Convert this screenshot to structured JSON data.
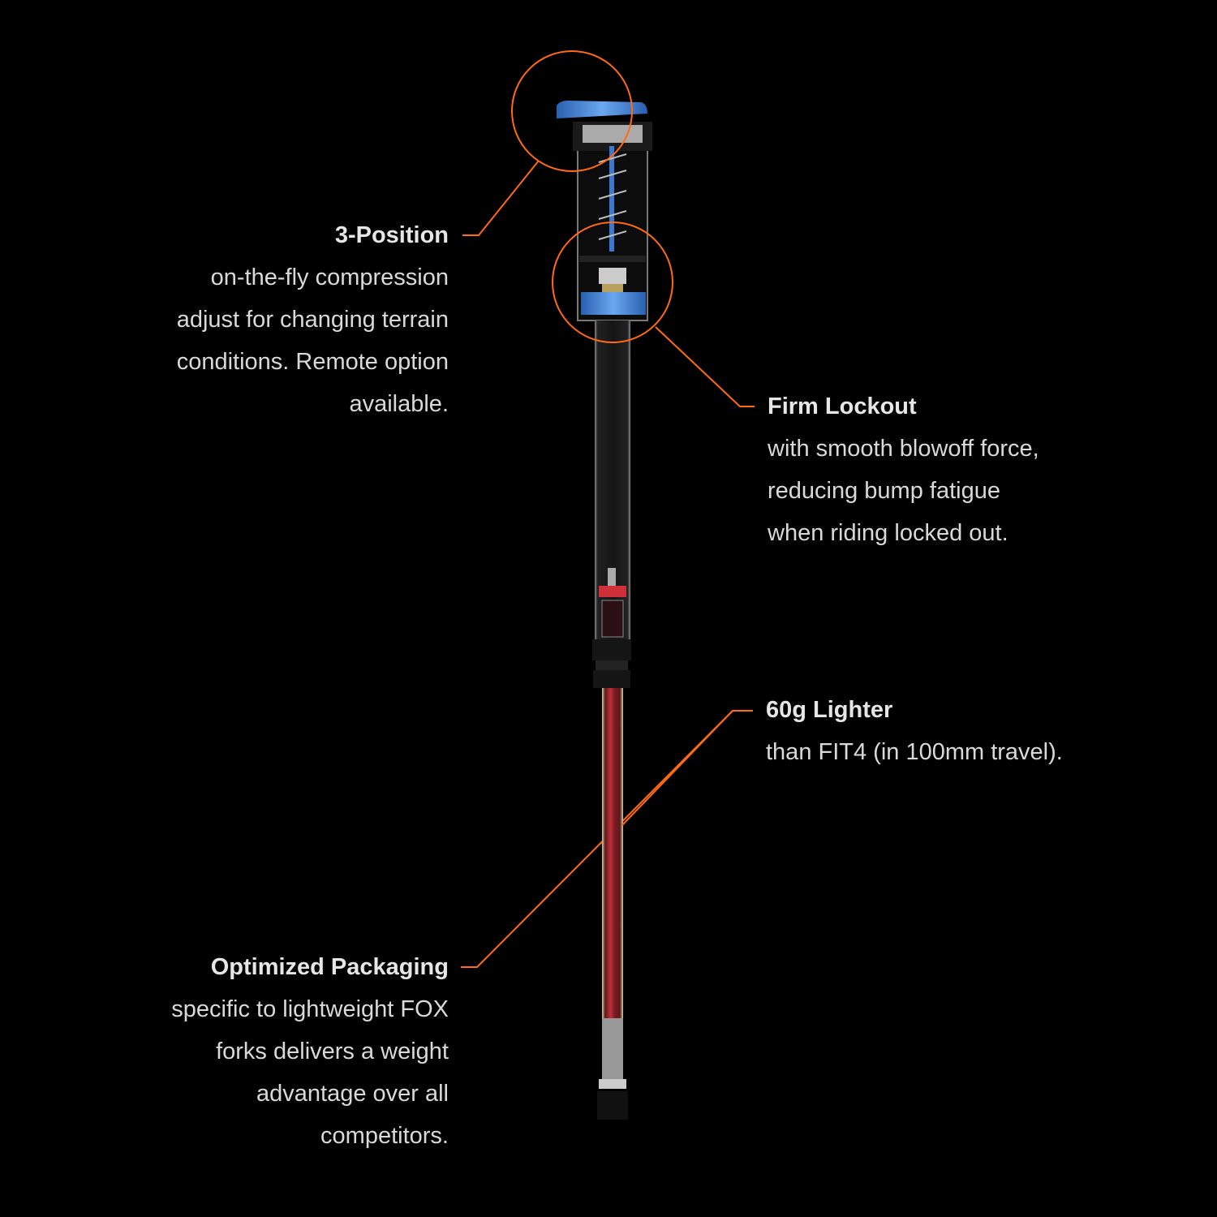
{
  "colors": {
    "background": "#000000",
    "accent": "#ff6a13",
    "text": "#d9d9d9",
    "cap_blue": "#4a8fe0",
    "rod_red": "#b0202a"
  },
  "callouts": [
    {
      "title": "3-Position",
      "lines": [
        "on-the-fly compression",
        "adjust for changing terrain",
        "conditions. Remote option",
        "available."
      ]
    },
    {
      "title": "Firm Lockout",
      "lines": [
        "with smooth blowoff force,",
        "reducing bump fatigue",
        "when riding locked out."
      ]
    },
    {
      "title": "60g Lighter",
      "lines": [
        "than FIT4 (in 100mm travel)."
      ]
    },
    {
      "title": "Optimized Packaging",
      "lines": [
        "specific to lightweight FOX",
        "forks delivers a weight",
        "advantage over all",
        "competitors."
      ]
    }
  ]
}
